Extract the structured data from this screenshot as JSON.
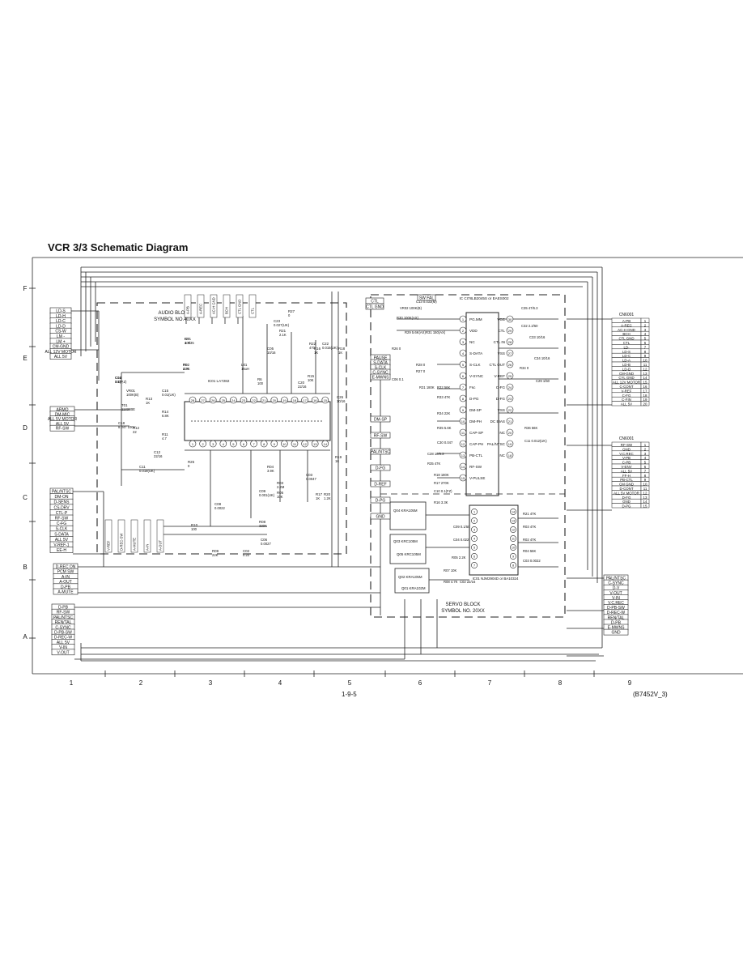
{
  "title": "VCR 3/3 Schematic Diagram",
  "page_number": "1-9-5",
  "doc_id": "(B7452V_3)",
  "row_labels": [
    "F",
    "E",
    "D",
    "C",
    "B",
    "A"
  ],
  "col_labels": [
    "1",
    "2",
    "3",
    "4",
    "5",
    "6",
    "7",
    "8",
    "9"
  ],
  "audio_block": {
    "title": "AUDIO BLOCK",
    "subtitle": "SYMBOL NO.40XX",
    "ic": "IC01 LA7282",
    "components": [
      "C7 4.7/35",
      "R5 22K",
      "C14 330P",
      "VR01 100K(B)",
      "C15 0.01(UK)",
      "R13 1K",
      "R14 6.8K",
      "T01 11336BE",
      "C18 8.047 100V",
      "R12 22",
      "R11 4.7",
      "C12 22/16",
      "C11 0.018(UK)",
      "R25 0",
      "R10 100",
      "C08 0.0022",
      "R09 22K",
      "C09 0.001(UK)",
      "R08 330K",
      "R03 2.2M",
      "R04 3.9K",
      "R05 10K",
      "C06 0.0027",
      "C02 0.22",
      "C05 10/16",
      "R6 100",
      "L01 15uH",
      "C20 22/16",
      "R15 10K",
      "R16 1K",
      "R18 1K",
      "C26 10/16",
      "R27 0",
      "R21 2.1K",
      "R22 470",
      "C22 0.015(UK)",
      "C23 0.027(UK)",
      "R19 1K",
      "R20 1.2K",
      "R17 1K",
      "C03 0.0047",
      "R01 10K",
      "R02 4.7K",
      "C01 0.1(F,Z)"
    ]
  },
  "servo_block": {
    "title": "SERVO BLOCK",
    "subtitle": "SYMBOL NO. 20XX",
    "ic_main": "IC CI78LB2045S or EAES002",
    "ic_drive": "IC01 NJM2904D or BA10324",
    "pins_left": [
      "PG.MM",
      "VDD",
      "NC",
      "S-DATA",
      "S-CLK",
      "V-SYNC",
      "Fsc",
      "D-PG",
      "DM-SP",
      "DM-PH",
      "CAP-SP",
      "CAP-PH",
      "PB-CTL",
      "RF-SW",
      "V-PULSE"
    ],
    "pins_right": [
      "VCC",
      "CTL",
      "CTL IN",
      "VSS",
      "CTL OUT",
      "V-REF",
      "C-FG",
      "D-FG",
      "VSS",
      "DC BIAS",
      "NC",
      "PAL/NTSC",
      "NC"
    ],
    "transistors": [
      "Q04 KRA105M",
      "Q03 KRC105M",
      "Q02 KRA105M",
      "Q01 KRA102M",
      "Q05 KRC105M"
    ],
    "components": [
      "C13 0.033(M)",
      "VR02 100K(B)",
      "R30 100K(AX)",
      "R29 5.6K(AX)",
      "R31 150(AX)",
      "C35 47/6.3",
      "C32 2.2/50",
      "C33 10/16",
      "C34 10/16",
      "R34 0",
      "C29 1/50",
      "R28 0",
      "R27 0",
      "R26 0",
      "C06 0.1",
      "R31 180K",
      "R32 56K",
      "R33 47K",
      "R34 22K",
      "R35 5.6K",
      "C30 0.047",
      "C28 10/6.3",
      "R35 47K",
      "R36 56K",
      "C11 0.012(UK)",
      "R18 180K",
      "R17 270K",
      "C10 0.1(FZ)",
      "R16 3.3K",
      "C09 0.1/50",
      "R21 47K",
      "R03 47K",
      "R02 47K",
      "C04 0.022",
      "R04 56K",
      "C03 0.0022",
      "R05 2.2K",
      "R07 10K",
      "R08 4.7K",
      "C02 22/16"
    ]
  },
  "left_connector_e": [
    "LD-S",
    "LD-H",
    "LD-C",
    "LD-D",
    "CS-W",
    "LM -",
    "LM +",
    "CM-GND",
    "ALL 12V MOTOR",
    "ALL 5V"
  ],
  "left_connector_d": [
    "ARMO",
    "DM-MIC",
    "ALL 5V MOTOR",
    "ALL 5V",
    "RF-SW"
  ],
  "left_connector_c": [
    "PAL/NTSC",
    "DM-ON",
    "D-SENS",
    "CS-DRV",
    "CTL-P",
    "RF-SW",
    "C-FG",
    "S-CLK",
    "S-DATA",
    "ALL 5V",
    "V-REF-1",
    "EE-H"
  ],
  "left_connector_b": [
    "D-REC ON",
    "PCM SW",
    "A-IN",
    "A-OUT",
    "D-PB",
    "A-MUTE"
  ],
  "left_connector_a": [
    "D-PB",
    "RF-SW",
    "PAL/NTSC",
    "REN/TAL",
    "C-SYNC",
    "D-PB-SW",
    "D-REC-W",
    "ALL 5V",
    "V-IN",
    "V-OUT"
  ],
  "cn_right_upper": {
    "name": "CN6001",
    "pins": [
      "A-PB",
      "A-REC",
      "AC-H GND",
      "BCH",
      "CTL GND",
      "CTL",
      "LD-",
      "LD-S",
      "LD-C",
      "LD-A",
      "LD-B",
      "LD-D",
      "CM-GND",
      "CYL GND",
      "ALL 12V MOTOR",
      "C-CONT",
      "V-REF",
      "C-FG",
      "C-FIN",
      "ALL 5V"
    ]
  },
  "cn_right_lower": {
    "name": "CN6001",
    "pins": [
      "RF-SW",
      "GND",
      "V.C.REC",
      "V-PB",
      "C-PB",
      "V-ENV",
      "ALL 5V",
      "FF-H",
      "PB-CTL",
      "CM GND",
      "D-CONT",
      "ALL 5V MOTOR",
      "D-FG",
      "GND",
      "D-PG"
    ]
  },
  "right_signals": [
    "PAL/NTSC",
    "C-SYNC",
    "D-V",
    "V-OUT",
    "V-IN",
    "V.C.REC",
    "D-PB-SW",
    "D-REC-W",
    "REN/TAL",
    "D-PB",
    "E-MWNS",
    "GND"
  ],
  "top_signals_audio": [
    "A-PB",
    "A-REC",
    "AC-H GND",
    "BCH",
    "CTL GND",
    "CTL"
  ],
  "bottom_signals_audio": [
    "V-REF",
    "D-REC-SW",
    "A-MUTE",
    "A-IN",
    "A-OUT"
  ],
  "servo_left_labels": [
    "PAUSE",
    "S-DATA",
    "S-CLK",
    "C-SYNC",
    "E-MWNS",
    "DM-SP",
    "RF-SW",
    "PAL/NTSC",
    "D-FG",
    "D-REF",
    "D-PG",
    "GND"
  ],
  "servo_top_labels": [
    "SW FAL",
    "CTL",
    "CTL GND"
  ]
}
